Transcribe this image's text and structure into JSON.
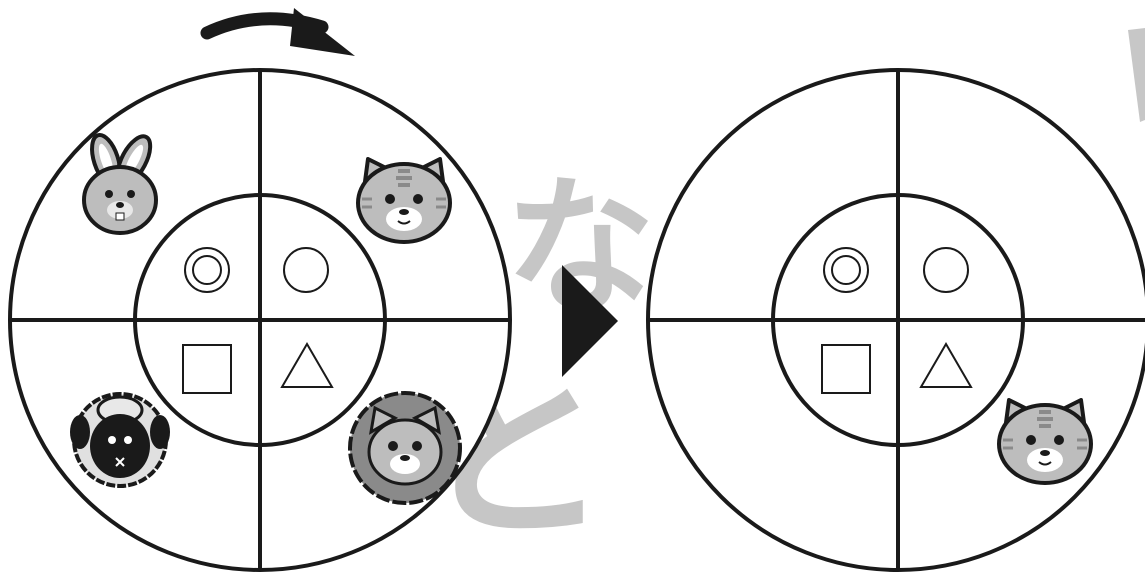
{
  "watermark": {
    "chars": [
      "な",
      "と"
    ]
  },
  "colors": {
    "line": "#1a1a1a",
    "animal_fill": "#bdbdbd",
    "animal_dark": "#8a8a8a",
    "watermark": "#c4c4c4"
  },
  "left_wheel": {
    "inner_symbols": [
      "double-circle",
      "circle",
      "square",
      "triangle"
    ],
    "animals": [
      "rabbit",
      "tiger",
      "sheep",
      "lion"
    ]
  },
  "right_wheel": {
    "inner_symbols": [
      "double-circle",
      "circle",
      "square",
      "triangle"
    ],
    "animals": [
      "tiger"
    ]
  },
  "rotation_arrow": "clockwise-arrow-icon",
  "transition_arrow": "play-arrow-icon"
}
